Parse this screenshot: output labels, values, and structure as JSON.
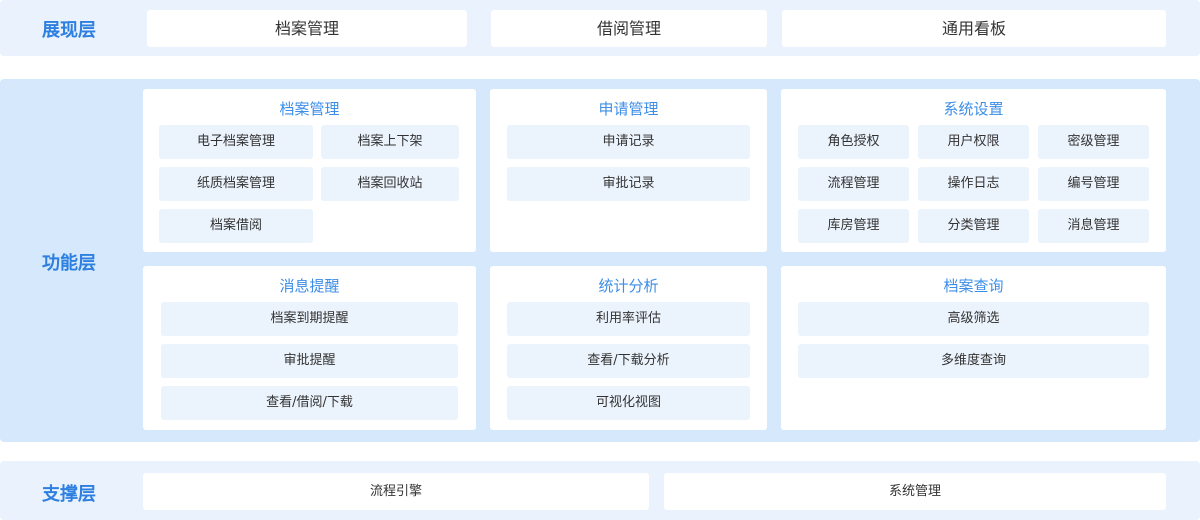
{
  "presentation": {
    "label": "展现层",
    "items": [
      "档案管理",
      "借阅管理",
      "通用看板"
    ]
  },
  "function": {
    "label": "功能层",
    "panels": [
      {
        "title": "档案管理",
        "items": [
          "电子档案管理",
          "档案上下架",
          "纸质档案管理",
          "档案回收站",
          "档案借阅"
        ]
      },
      {
        "title": "申请管理",
        "items": [
          "申请记录",
          "审批记录"
        ]
      },
      {
        "title": "系统设置",
        "items": [
          "角色授权",
          "用户权限",
          "密级管理",
          "流程管理",
          "操作日志",
          "编号管理",
          "库房管理",
          "分类管理",
          "消息管理"
        ]
      },
      {
        "title": "消息提醒",
        "items": [
          "档案到期提醒",
          "审批提醒",
          "查看/借阅/下载"
        ]
      },
      {
        "title": "统计分析",
        "items": [
          "利用率评估",
          "查看/下载分析",
          "可视化视图"
        ]
      },
      {
        "title": "档案查询",
        "items": [
          "高级筛选",
          "多维度查询"
        ]
      }
    ]
  },
  "support": {
    "label": "支撑层",
    "items": [
      "流程引擎",
      "系统管理"
    ]
  }
}
